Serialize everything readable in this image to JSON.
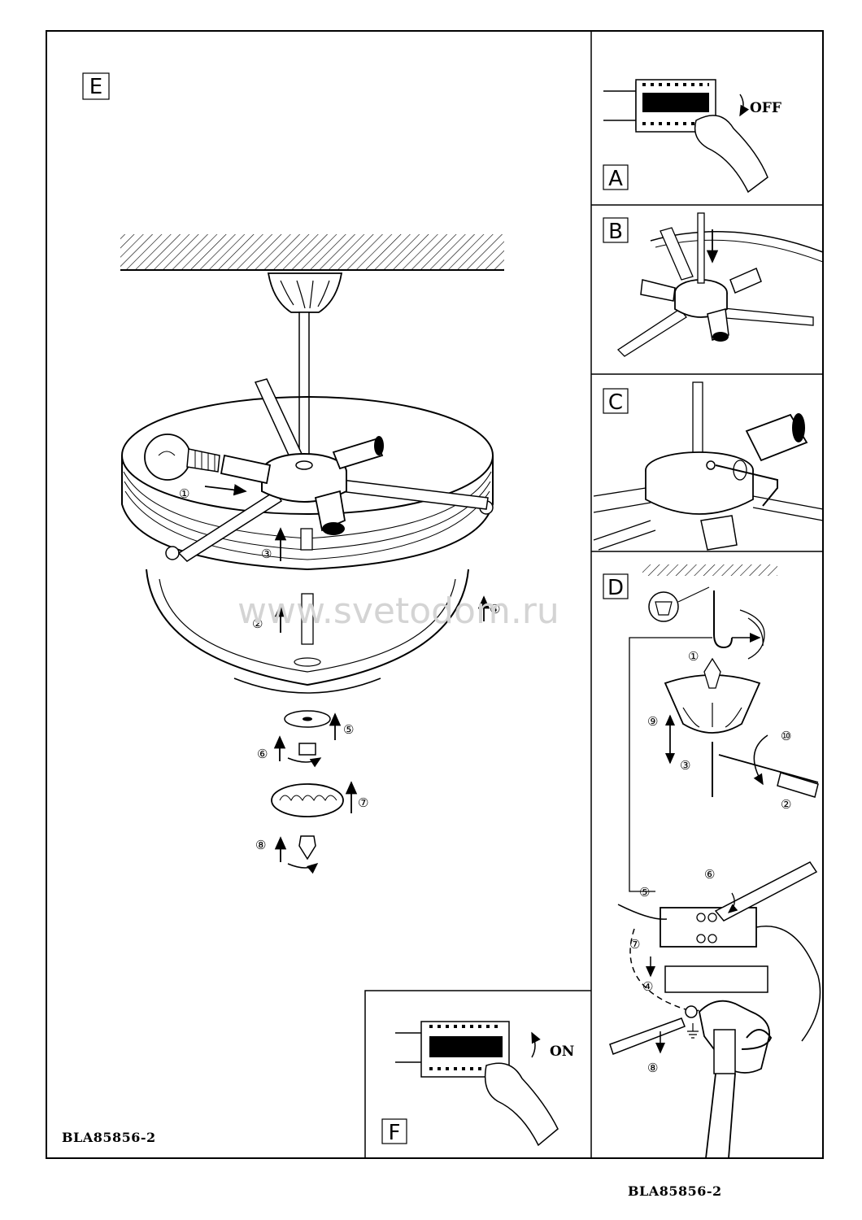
{
  "panels": {
    "E": {
      "letter": "E",
      "steps": [
        "①",
        "②",
        "③",
        "④",
        "⑤",
        "⑥",
        "⑦",
        "⑧"
      ]
    },
    "A": {
      "letter": "A",
      "switch_label": "OFF"
    },
    "B": {
      "letter": "B"
    },
    "C": {
      "letter": "C"
    },
    "D": {
      "letter": "D",
      "steps": [
        "①",
        "②",
        "③",
        "④",
        "⑤",
        "⑥",
        "⑦",
        "⑧",
        "⑨",
        "⑩"
      ]
    },
    "F": {
      "letter": "F",
      "switch_label": "ON"
    }
  },
  "watermark": "www.svetodom.ru",
  "model_code_inner": "BLA85856-2",
  "model_code_outer": "BLA85856-2"
}
